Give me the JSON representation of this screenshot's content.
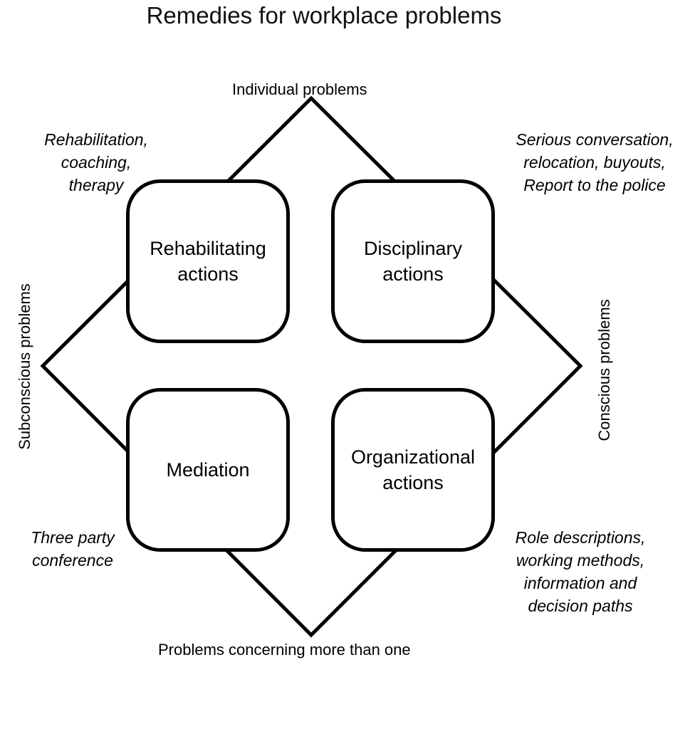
{
  "title": "Remedies for workplace problems",
  "axes": {
    "top": "Individual problems",
    "bottom": "Problems concerning more than one",
    "left": "Subconscious problems",
    "right": "Conscious problems"
  },
  "quadrants": {
    "top_left": "Rehabilitating\nactions",
    "top_right": "Disciplinary\nactions",
    "bottom_left": "Mediation",
    "bottom_right": "Organizational\nactions"
  },
  "notes": {
    "top_left": "Rehabilitation,\ncoaching,\ntherapy",
    "top_right": "Serious conversation,\nrelocation, buyouts,\nReport to the police",
    "bottom_left": "Three party\nconference",
    "bottom_right": "Role descriptions,\nworking methods,\ninformation and\ndecision paths"
  },
  "colors": {
    "line": "#000000",
    "background": "#ffffff"
  }
}
